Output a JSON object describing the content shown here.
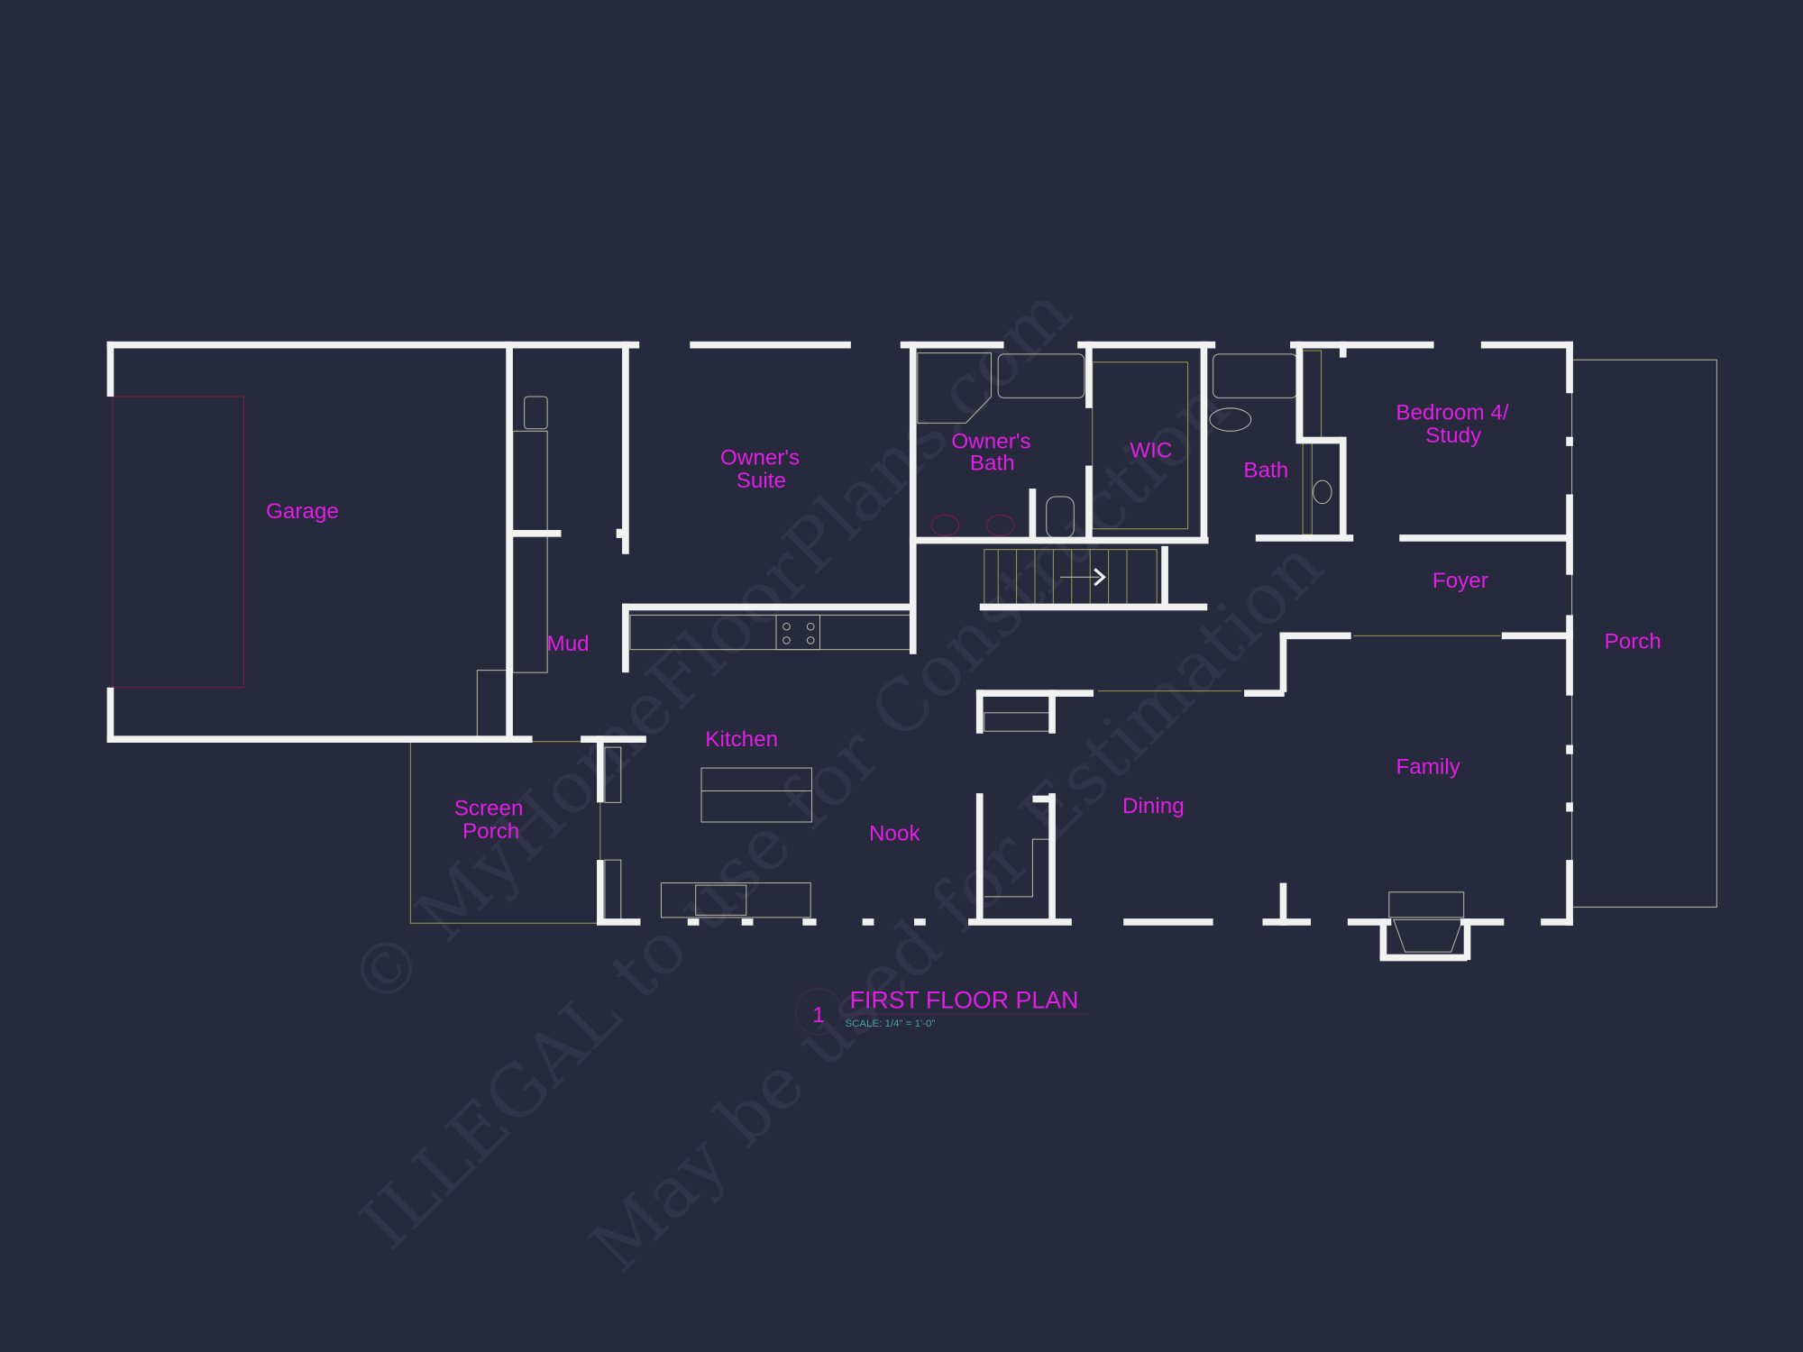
{
  "plan": {
    "title": "FIRST FLOOR PLAN",
    "number": "1",
    "scale": "SCALE: 1/4\" = 1'-0\""
  },
  "rooms": [
    {
      "id": "garage",
      "lines": [
        "Garage"
      ]
    },
    {
      "id": "mud",
      "lines": [
        "Mud"
      ]
    },
    {
      "id": "owners-suite",
      "lines": [
        "Owner's",
        "Suite"
      ]
    },
    {
      "id": "owners-bath",
      "lines": [
        "Owner's",
        "Bath"
      ]
    },
    {
      "id": "wic",
      "lines": [
        "WIC"
      ]
    },
    {
      "id": "bath",
      "lines": [
        "Bath"
      ]
    },
    {
      "id": "bedroom4",
      "lines": [
        "Bedroom 4/",
        "Study"
      ]
    },
    {
      "id": "foyer",
      "lines": [
        "Foyer"
      ]
    },
    {
      "id": "porch",
      "lines": [
        "Porch"
      ]
    },
    {
      "id": "kitchen",
      "lines": [
        "Kitchen"
      ]
    },
    {
      "id": "nook",
      "lines": [
        "Nook"
      ]
    },
    {
      "id": "dining",
      "lines": [
        "Dining"
      ]
    },
    {
      "id": "family",
      "lines": [
        "Family"
      ]
    },
    {
      "id": "screen-porch",
      "lines": [
        "Screen",
        "Porch"
      ]
    }
  ],
  "watermark": {
    "line1": "© MyHomeFloorPlans.com",
    "line2": "ILLEGAL to use for Construction",
    "line3": "May be used for Estimation"
  },
  "colors": {
    "background": "#272a3c",
    "wall": "#f2f2f2",
    "label": "#e21ee6",
    "scale_text": "#4aa0a8"
  }
}
